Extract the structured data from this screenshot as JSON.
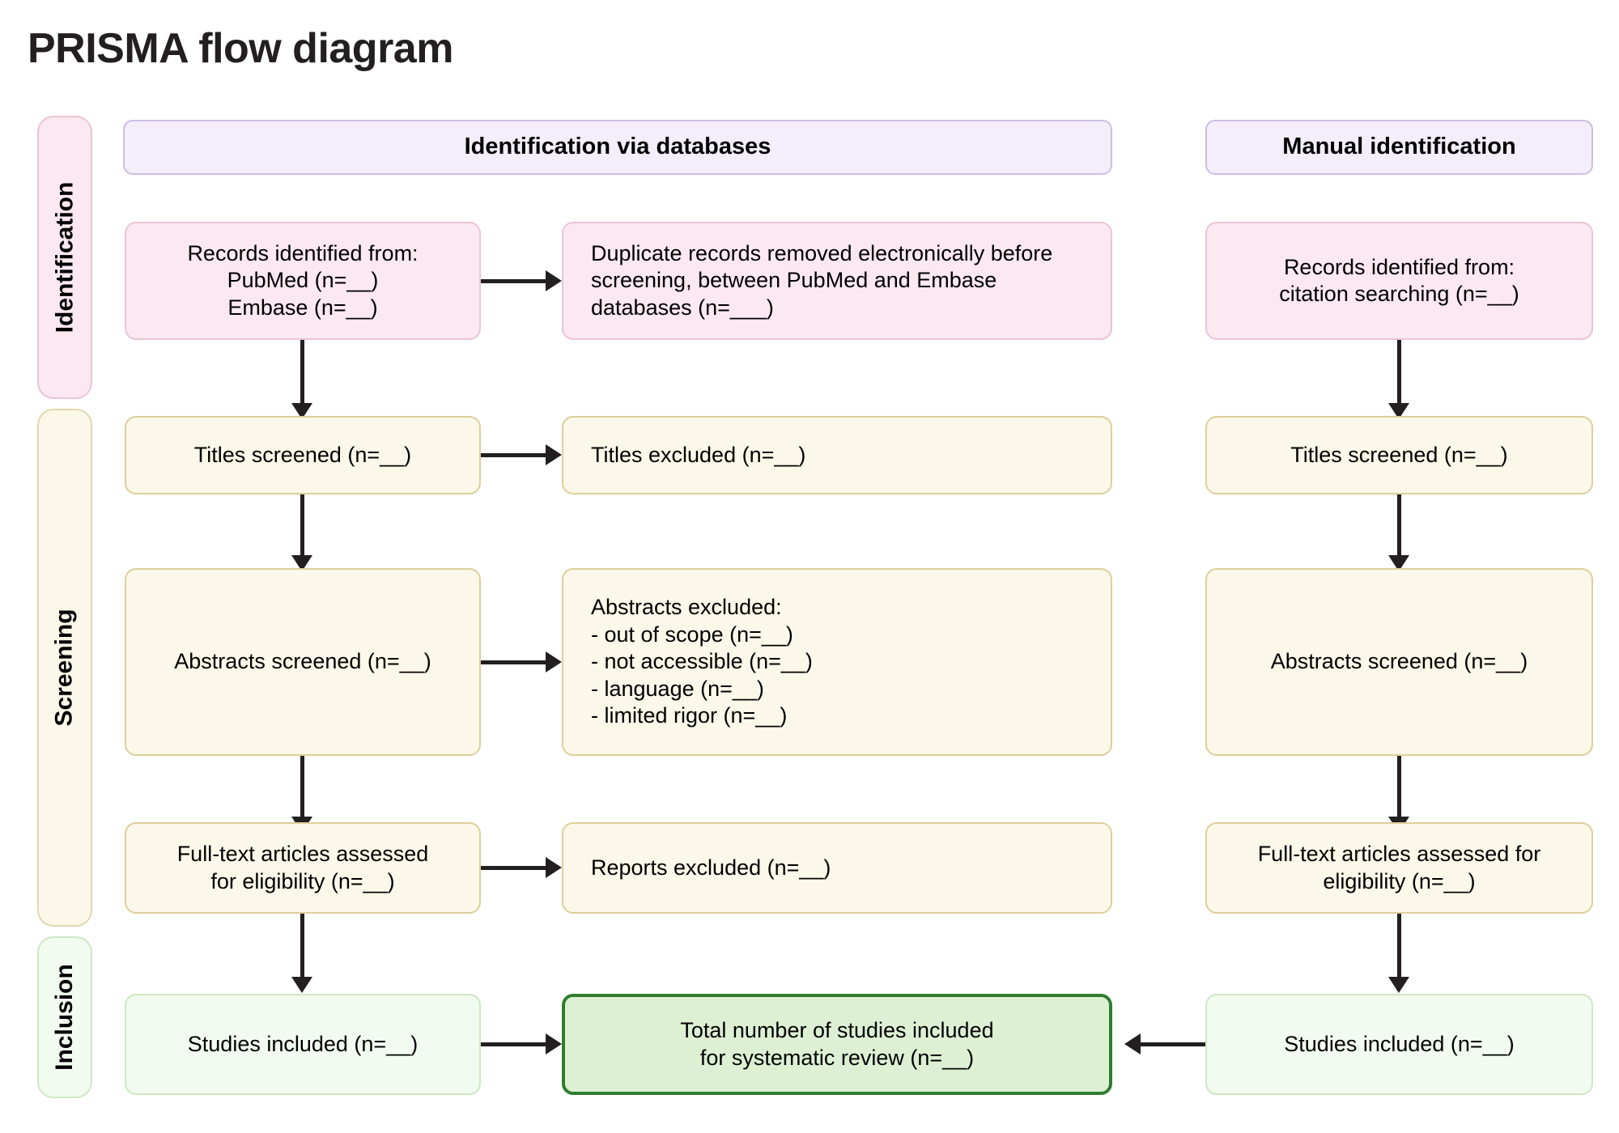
{
  "title": "PRISMA flow diagram",
  "rails": [
    {
      "label": "Identification"
    },
    {
      "label": "Screening"
    },
    {
      "label": "Inclusion"
    }
  ],
  "headers": {
    "databases": "Identification via databases",
    "manual": "Manual identification"
  },
  "db_column": {
    "records_identified": "Records identified from:\nPubMed (n=__)\nEmbase (n=__)",
    "duplicates_removed": "Duplicate records removed electronically before screening, between PubMed and Embase databases (n=___)",
    "titles_screened": "Titles screened (n=__)",
    "titles_excluded": "Titles excluded  (n=__)",
    "abstracts_screened": "Abstracts screened (n=__)",
    "abstracts_excluded": "Abstracts excluded:\n- out of scope (n=__)\n- not accessible (n=__)\n- language (n=__)\n- limited rigor (n=__)",
    "fulltext_assessed": "Full-text articles assessed\nfor eligibility (n=__)",
    "reports_excluded": "Reports excluded (n=__)",
    "studies_included": "Studies included (n=__)"
  },
  "manual_column": {
    "records_identified": "Records identified from:\ncitation searching  (n=__)",
    "titles_screened": "Titles screened (n=__)",
    "abstracts_screened": "Abstracts screened (n=__)",
    "fulltext_assessed": "Full-text articles  assessed for\neligibility (n=__)",
    "studies_included": "Studies included (n=__)"
  },
  "total_box": "Total number of studies included\nfor systematic review (n=__)",
  "colors": {
    "identification_fill": "#fbe8f1",
    "identification_border": "#eac4d8",
    "screening_fill": "#fbf8e9",
    "screening_border": "#ddcf9b",
    "inclusion_fill": "#f2fbef",
    "inclusion_border": "#cde8c4",
    "header_fill": "#f4eefb",
    "header_border": "#cdbde4",
    "total_fill": "#ddf0d4",
    "total_border": "#2f7d2f",
    "connector": "#231f20",
    "text": "#000000"
  }
}
